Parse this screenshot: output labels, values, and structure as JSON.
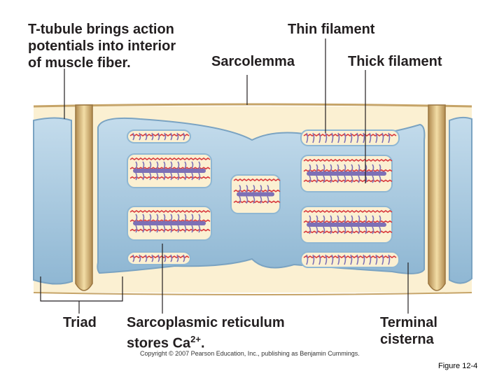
{
  "labels": {
    "ttubule": [
      "T-tubule brings action",
      "potentials into interior",
      "of muscle fiber."
    ],
    "sarcolemma": "Sarcolemma",
    "thin_filament": "Thin filament",
    "thick_filament": "Thick filament",
    "triad": "Triad",
    "sr_line1": "Sarcoplasmic reticulum",
    "sr_line2": "stores Ca",
    "sr_sup": "2+",
    "sr_end": ".",
    "terminal_cisterna": [
      "Terminal",
      "cisterna"
    ]
  },
  "copyright": "Copyright © 2007 Pearson Education, Inc., publishing as Benjamin Cummings.",
  "figure_caption": "Figure 12-4",
  "colors": {
    "cytoplasm": "#fbf0d2",
    "ttubule": "#d9b97a",
    "sr": "#a9c9e0",
    "thin": "#d8393d",
    "thick": "#7d70b6"
  }
}
